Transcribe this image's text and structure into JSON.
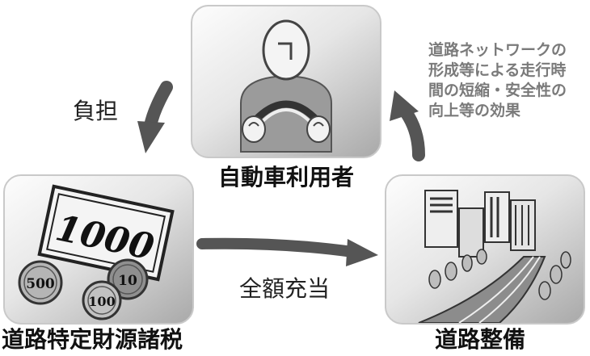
{
  "nodes": {
    "user": "自動車利用者",
    "tax": "道路特定財源諸税",
    "road": "道路整備"
  },
  "edges": {
    "burden": "負担",
    "full_allocation": "全額充当",
    "effect_lines": [
      "道路ネットワークの",
      "形成等による走行時",
      "間の短縮・安全性の",
      "向上等の効果"
    ]
  },
  "money": {
    "bill": "1000",
    "coin_a": "500",
    "coin_b": "10",
    "coin_c": "100"
  }
}
